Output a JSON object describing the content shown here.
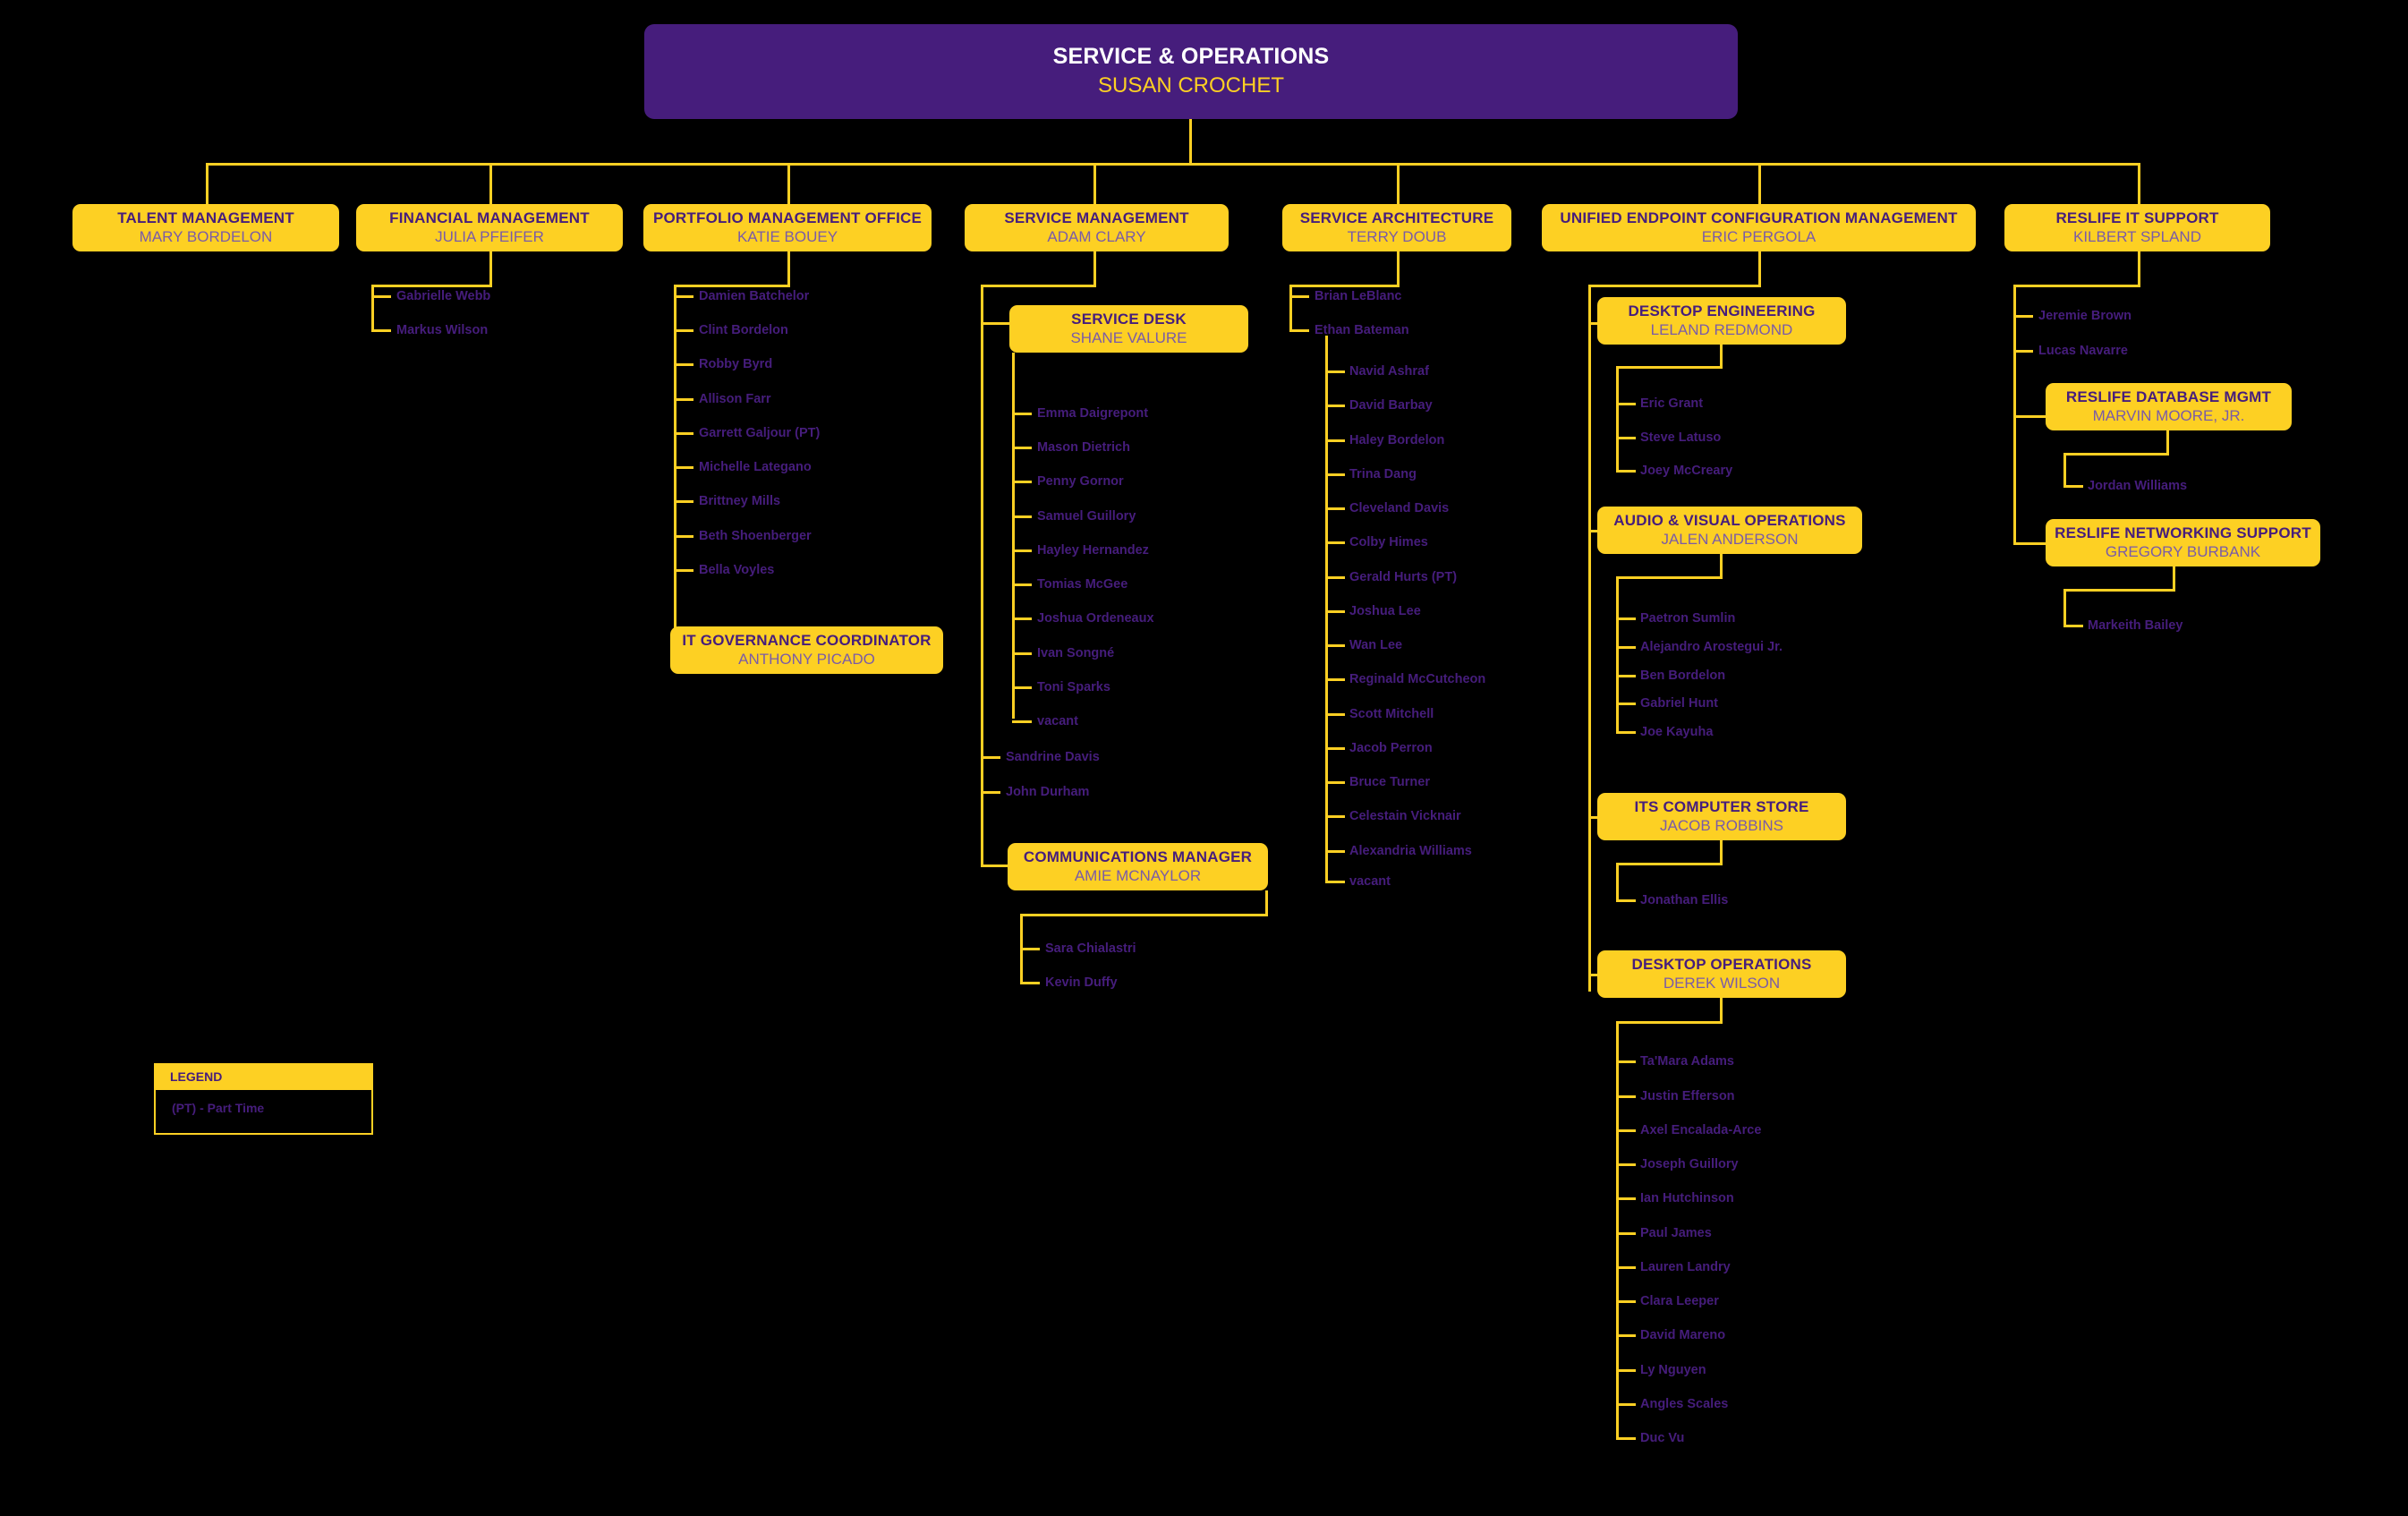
{
  "colors": {
    "background": "#000000",
    "purple": "#461D7C",
    "gold": "#FDD023",
    "subtitle_purple": "#7A5BA8",
    "title_white": "#FFFFFF"
  },
  "root": {
    "title": "SERVICE & OPERATIONS",
    "person": "SUSAN CROCHET"
  },
  "units": {
    "talent_management": {
      "title": "TALENT MANAGEMENT",
      "person": "MARY BORDELON"
    },
    "financial_management": {
      "title": "FINANCIAL MANAGEMENT",
      "person": "JULIA PFEIFER"
    },
    "portfolio_management": {
      "title": "PORTFOLIO MANAGEMENT OFFICE",
      "person": "KATIE BOUEY"
    },
    "service_management": {
      "title": "SERVICE MANAGEMENT",
      "person": "ADAM CLARY"
    },
    "service_architecture": {
      "title": "SERVICE ARCHITECTURE",
      "person": "TERRY DOUB"
    },
    "uecm": {
      "title": "UNIFIED ENDPOINT CONFIGURATION MANAGEMENT",
      "person": "ERIC PERGOLA"
    },
    "reslife_it_support": {
      "title": "RESLIFE IT SUPPORT",
      "person": "KILBERT SPLAND"
    },
    "service_desk": {
      "title": "SERVICE DESK",
      "person": "SHANE VALURE"
    },
    "it_governance": {
      "title": "IT GOVERNANCE COORDINATOR",
      "person": "ANTHONY PICADO"
    },
    "communications_manager": {
      "title": "COMMUNICATIONS MANAGER",
      "person": "AMIE MCNAYLOR"
    },
    "desktop_engineering": {
      "title": "DESKTOP ENGINEERING",
      "person": "LELAND REDMOND"
    },
    "audio_visual": {
      "title": "AUDIO & VISUAL OPERATIONS",
      "person": "JALEN ANDERSON"
    },
    "its_computer_store": {
      "title": "ITS COMPUTER STORE",
      "person": "JACOB ROBBINS"
    },
    "desktop_operations": {
      "title": "DESKTOP OPERATIONS",
      "person": "DEREK WILSON"
    },
    "reslife_database": {
      "title": "RESLIFE DATABASE MGMT",
      "person": "MARVIN MOORE, JR."
    },
    "reslife_networking": {
      "title": "RESLIFE NETWORKING SUPPORT",
      "person": "GREGORY BURBANK"
    }
  },
  "staff": {
    "financial_management": [
      "Gabrielle Webb",
      "Markus Wilson"
    ],
    "portfolio_management": [
      "Damien Batchelor",
      "Clint Bordelon",
      "Robby Byrd",
      "Allison Farr",
      "Garrett Galjour (PT)",
      "Michelle Lategano",
      "Brittney Mills",
      "Beth Shoenberger",
      "Bella Voyles"
    ],
    "service_desk": [
      "Emma Daigrepont",
      "Mason Dietrich",
      "Penny Gornor",
      "Samuel Guillory",
      "Hayley Hernandez",
      "Tomias McGee",
      "Joshua Ordeneaux",
      "Ivan Songné",
      "Toni Sparks",
      "vacant"
    ],
    "service_management": [
      "Sandrine Davis",
      "John Durham"
    ],
    "communications_manager": [
      "Sara Chialastri",
      "Kevin Duffy"
    ],
    "service_architecture": [
      "Brian LeBlanc",
      "Ethan Bateman"
    ],
    "ethan_bateman": [
      "Navid Ashraf",
      "David Barbay",
      "Haley Bordelon",
      "Trina Dang",
      "Cleveland Davis",
      "Colby Himes",
      "Gerald Hurts (PT)",
      "Joshua Lee",
      "Wan Lee",
      "Reginald McCutcheon",
      "Scott Mitchell",
      "Jacob Perron",
      "Bruce Turner",
      "Celestain Vicknair",
      "Alexandria Williams",
      "vacant"
    ],
    "desktop_engineering": [
      "Eric Grant",
      "Steve Latuso",
      "Joey McCreary"
    ],
    "audio_visual": [
      "Paetron Sumlin",
      "Alejandro Arostegui Jr.",
      "Ben Bordelon",
      "Gabriel Hunt",
      "Joe Kayuha"
    ],
    "its_computer_store": [
      "Jonathan Ellis"
    ],
    "desktop_operations": [
      "Ta'Mara Adams",
      "Justin Efferson",
      "Axel Encalada-Arce",
      "Joseph Guillory",
      "Ian Hutchinson",
      "Paul James",
      "Lauren Landry",
      "Clara Leeper",
      "David Mareno",
      "Ly Nguyen",
      "Angles Scales",
      "Duc Vu"
    ],
    "reslife_it_support": [
      "Jeremie Brown",
      "Lucas Navarre"
    ],
    "reslife_database": [
      "Jordan Williams"
    ],
    "reslife_networking": [
      "Markeith Bailey"
    ]
  },
  "legend": {
    "title": "LEGEND",
    "items": [
      "(PT) - Part Time"
    ]
  }
}
